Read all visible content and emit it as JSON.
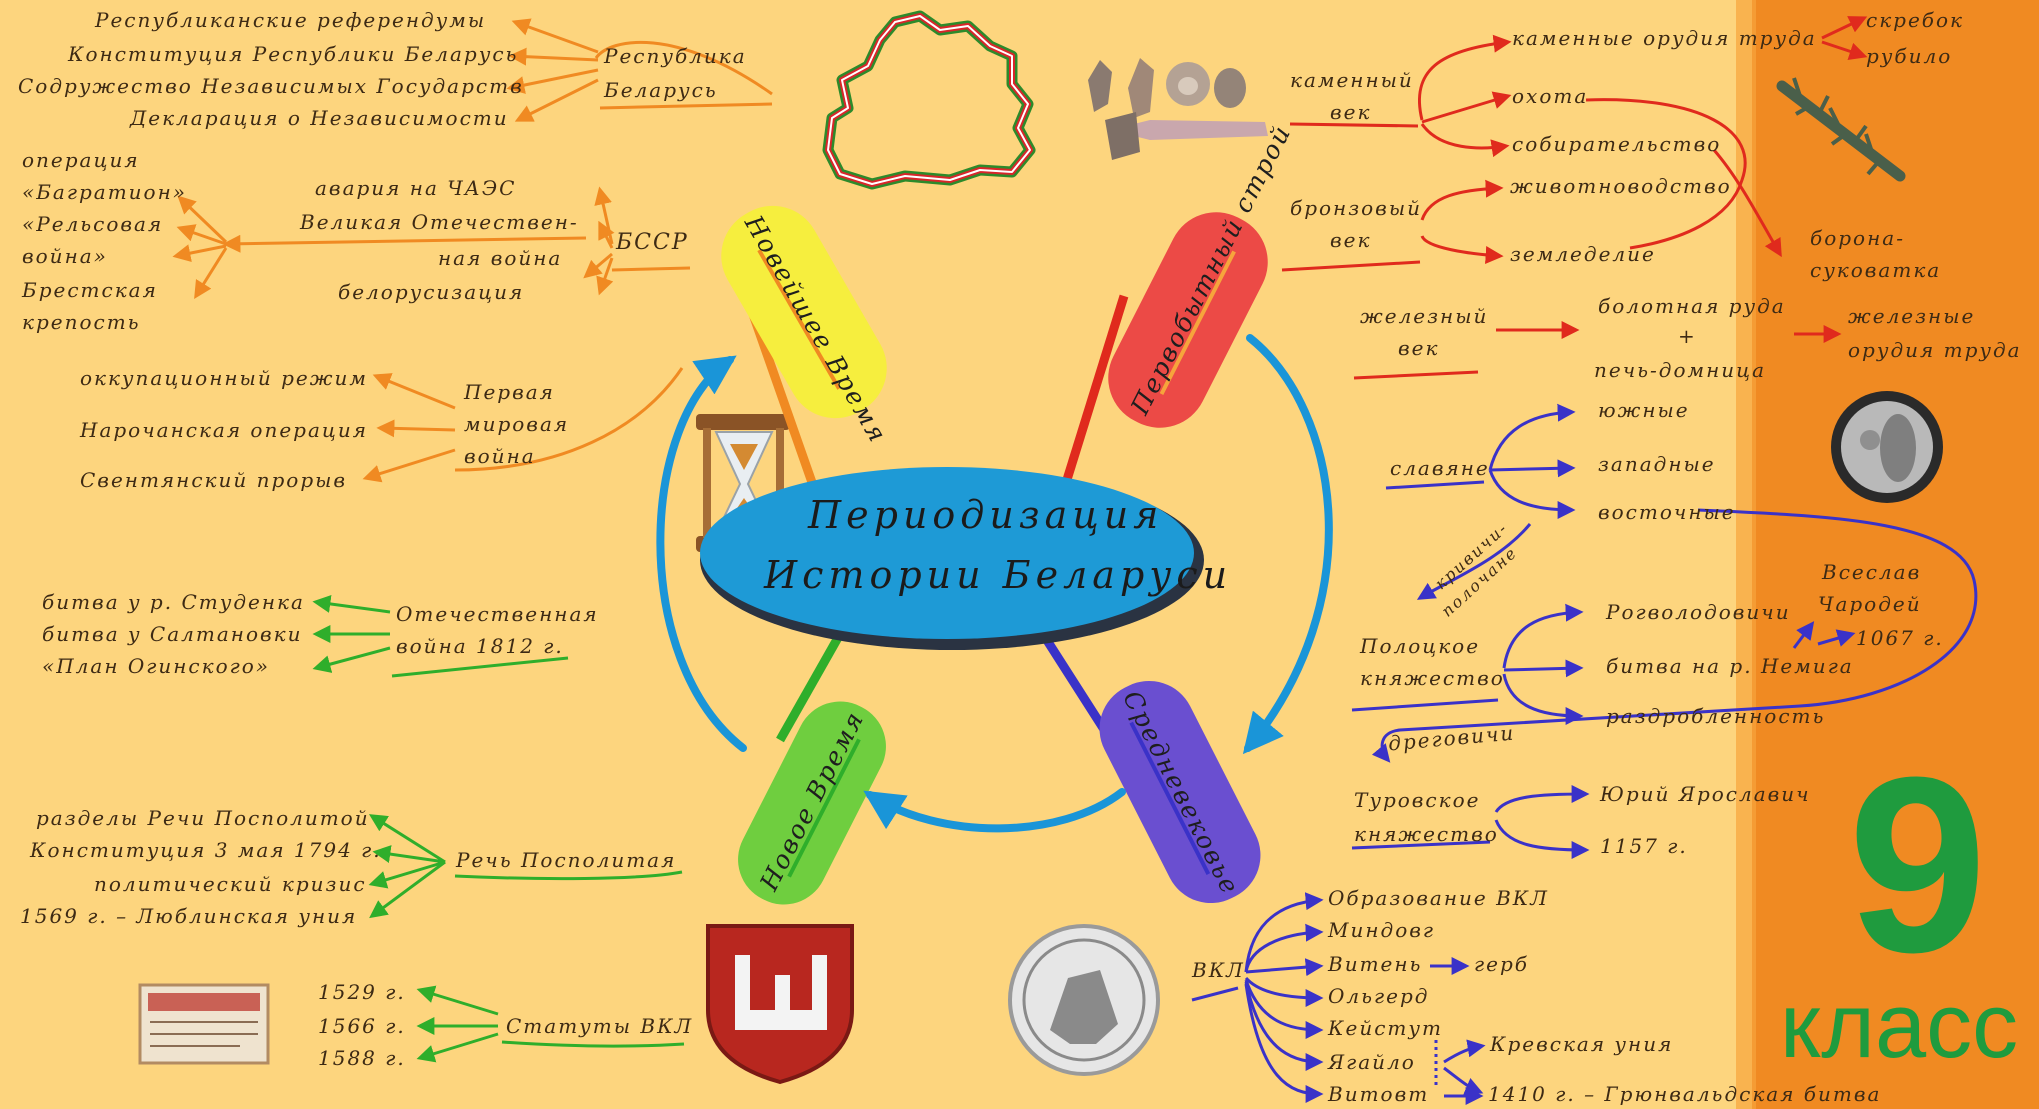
{
  "center": {
    "line1": "Периодизация",
    "line2": "Истории Беларуси"
  },
  "branches": {
    "modern": "Новейшее Время",
    "primitive": "Первобытный строй",
    "new_time": "Новое Время",
    "middle_ages": "Средневековье"
  },
  "grade": {
    "number": "9",
    "word": "класс"
  },
  "republic": {
    "title": "Республика Беларусь",
    "items": [
      "Республиканские референдумы",
      "Конституция Республики Беларусь",
      "Содружество Независимых Государств",
      "Декларация о Независимости"
    ]
  },
  "bssr": {
    "title": "БССР",
    "items": [
      "авария на ЧАЭС",
      "Великая Отечествен-",
      "ная война",
      "белорусизация"
    ],
    "ops": [
      "операция",
      "«Багратион»",
      "«Рельсовая",
      "война»",
      "Брестская",
      "крепость"
    ]
  },
  "ww1": {
    "title": [
      "Первая",
      "мировая",
      "война"
    ],
    "items": [
      "оккупационный режим",
      "Нарочанская операция",
      "Свентянский прорыв"
    ]
  },
  "war1812": {
    "title": [
      "Отечественная",
      "война 1812 г."
    ],
    "items": [
      "битва у р. Студенка",
      "битва у Салтановки",
      "«План Огинского»"
    ]
  },
  "rzeczpospolita": {
    "title": "Речь Посполитая",
    "items": [
      "разделы Речи Посполитой",
      "Конституция 3 мая 1794 г.",
      "политический кризис",
      "1569 г. – Люблинская уния"
    ]
  },
  "statutes": {
    "title": "Статуты ВКЛ",
    "items": [
      "1529 г.",
      "1566 г.",
      "1588 г."
    ]
  },
  "stone_age": {
    "title": [
      "каменный",
      "век"
    ],
    "items": [
      "каменные орудия труда",
      "охота",
      "собирательство"
    ],
    "tools": [
      "скребок",
      "рубило"
    ]
  },
  "bronze_age": {
    "title": [
      "бронзовый",
      "век"
    ],
    "items": [
      "животноводство",
      "земледелие"
    ],
    "harrow": [
      "борона-",
      "суковатка"
    ]
  },
  "iron_age": {
    "title": [
      "железный",
      "век"
    ],
    "ore": "болотная руда",
    "plus": "+",
    "furnace": "печь-домница",
    "tools": [
      "железные",
      "орудия труда"
    ]
  },
  "slavs": {
    "title": "славяне",
    "items": [
      "южные",
      "западные",
      "восточные"
    ],
    "krivichi": [
      "кривичи-",
      "полочане"
    ],
    "dregovichi": "дреговичи"
  },
  "polotsk": {
    "title": [
      "Полоцкое",
      "княжество"
    ],
    "items": [
      "Рогволодовичи",
      "битва на р. Немига",
      "раздробленность"
    ],
    "vseslav": [
      "Всеслав",
      "Чародей",
      "1067 г."
    ]
  },
  "turov": {
    "title": [
      "Туровское",
      "княжество"
    ],
    "items": [
      "Юрий Ярославич",
      "1157 г."
    ]
  },
  "gdl": {
    "title": "ВКЛ",
    "items": [
      "Образование ВКЛ",
      "Миндовг",
      "Витень",
      "Ольгерд",
      "Кейстут",
      "Ягайло",
      "Витовт"
    ],
    "coat": "герб",
    "krevo": "Кревская уния",
    "grunwald": "1410 г. – Грюнвальдская битва"
  },
  "colors": {
    "background": "#fdd57e",
    "orange_panel": "#f08a22",
    "ellipse": "#1e9ad6",
    "modern": "#f6ee3e",
    "primitive": "#ec4a46",
    "new_time": "#6fce3f",
    "middle_ages": "#6a4fd0",
    "orange_line": "#f08a22",
    "red_line": "#e02a1d",
    "blue_line": "#3a32c8",
    "green_line": "#2fae2b",
    "grade": "#1f9b3e"
  }
}
